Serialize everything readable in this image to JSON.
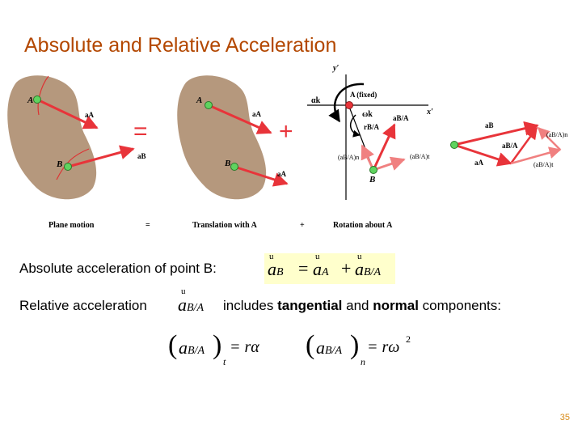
{
  "slide": {
    "title": "Absolute and Relative Acceleration",
    "page_number": "35",
    "line1_text": "Absolute acceleration of point B:",
    "line2_prefix": "Relative acceleration",
    "line2_mid": "includes",
    "line2_tangential": "tangential",
    "line2_and": "and",
    "line2_normal": "normal",
    "line2_suffix": "components:"
  },
  "equations": {
    "main": {
      "a": "a",
      "sub_B": "B",
      "eq": "=",
      "sub_A": "A",
      "plus": "+",
      "sub_BA": "B/A",
      "vec_mark": "u"
    },
    "rel": {
      "a": "a",
      "sub": "B/A",
      "vec_mark": "u"
    },
    "tangential": {
      "lhs_a": "a",
      "lhs_sub": "B/A",
      "outer_sub": "t",
      "rhs": "= rα"
    },
    "normal": {
      "lhs_a": "a",
      "lhs_sub": "B/A",
      "outer_sub": "n",
      "rhs": "= rω",
      "exp": "2"
    }
  },
  "figure": {
    "caption_plane": "Plane motion",
    "caption_eq": "=",
    "caption_translation": "Translation with A",
    "caption_plus": "+",
    "caption_rotation": "Rotation about A",
    "big_eq": "=",
    "big_plus": "+",
    "label_A": "A",
    "label_B": "B",
    "label_aA": "aA",
    "label_aB": "aB",
    "label_y": "y′",
    "label_x": "x′",
    "label_Afixed": "A (fixed)",
    "label_alpha_k": "αk",
    "label_omega_k": "ωk",
    "label_rBA": "rB/A",
    "label_aBA": "aB/A",
    "label_aBA_n": "(aB/A)n",
    "label_aBA_t": "(aB/A)t",
    "colors": {
      "body": "#b5987d",
      "arrow": "#e8343a",
      "point": "#5fd35f",
      "axis": "#000000"
    }
  }
}
